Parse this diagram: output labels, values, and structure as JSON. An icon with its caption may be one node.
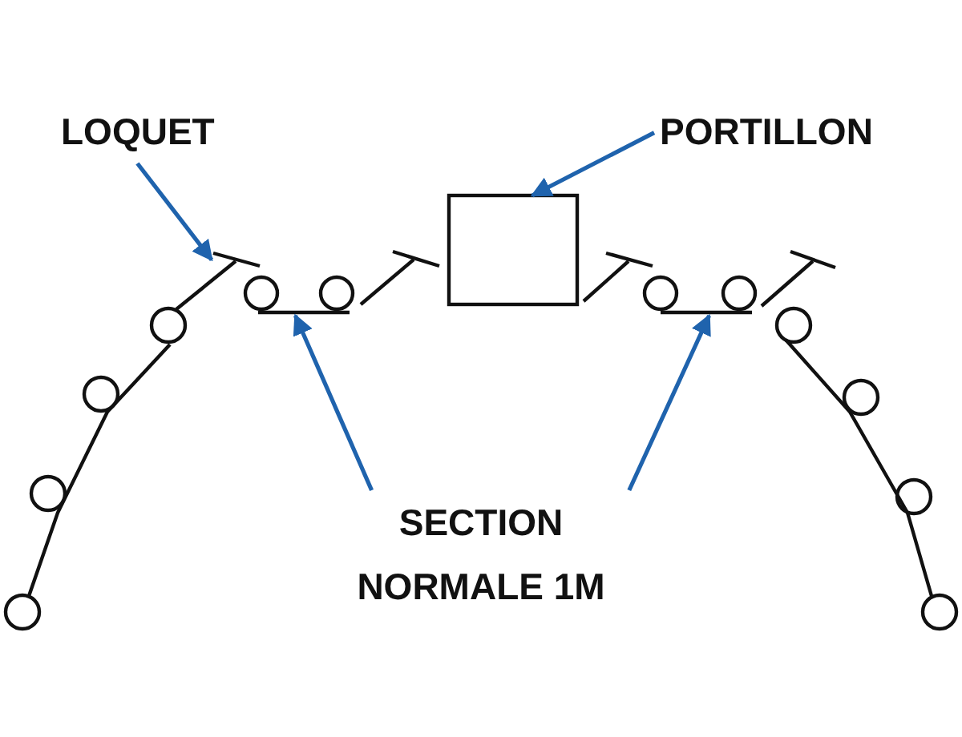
{
  "diagram": {
    "nodes": [
      {
        "text": [
          "LOQUET"
        ]
      },
      {
        "text": [
          "PORTILLON"
        ]
      },
      {
        "text": [
          "SECTION NORMALE 1M"
        ]
      },
      {
        "text": [],
        "shape": "box"
      },
      {
        "text": [],
        "shape": "bar"
      },
      {
        "text": [],
        "shape": "bar"
      },
      {
        "text": [],
        "shape": "bar"
      }
    ],
    "edges": [
      {
        "from": 0,
        "to": 4,
        "arrow": "to"
      },
      {
        "from": 1,
        "to": 3,
        "arrow": "to"
      },
      {
        "from": 2,
        "to": 5,
        "arrow": "to"
      },
      {
        "from": 2,
        "to": 6,
        "arrow": "to"
      }
    ]
  }
}
